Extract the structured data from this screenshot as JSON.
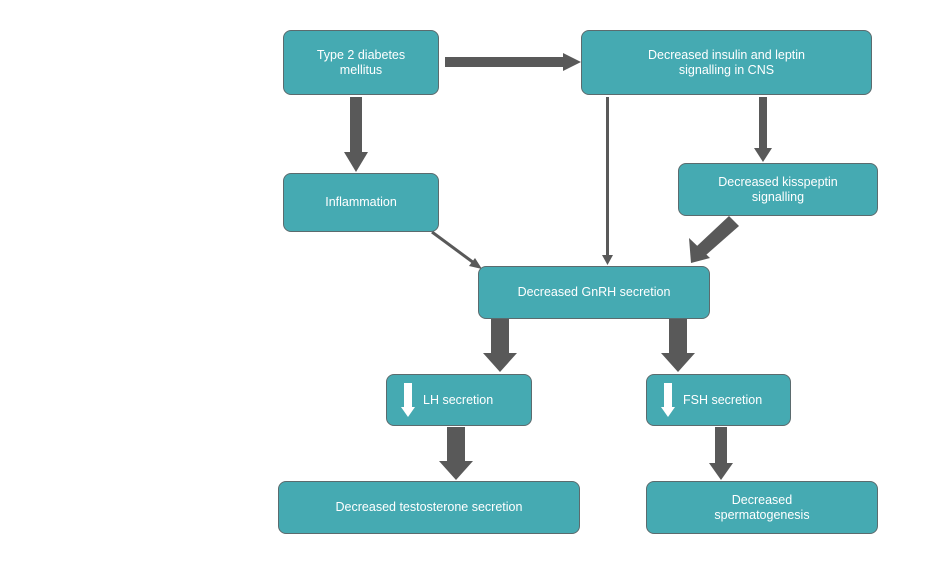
{
  "colors": {
    "node_fill": "#45aab2",
    "node_border": "#5b6b6e",
    "node_text": "#ffffff",
    "arrow": "#595959"
  },
  "nodes": {
    "t2dm": "Type 2 diabetes\nmellitus",
    "insulin_leptin": "Decreased insulin and leptin\nsignalling in CNS",
    "inflammation": "Inflammation",
    "kisspeptin": "Decreased kisspeptin\nsignalling",
    "gnrh": "Decreased GnRH secretion",
    "lh": "LH secretion",
    "fsh": "FSH secretion",
    "testosterone": "Decreased testosterone secretion",
    "spermatogenesis": "Decreased\nspermatogenesis"
  },
  "icons": {
    "lh_indicator": "down-arrow-icon",
    "fsh_indicator": "down-arrow-icon"
  }
}
